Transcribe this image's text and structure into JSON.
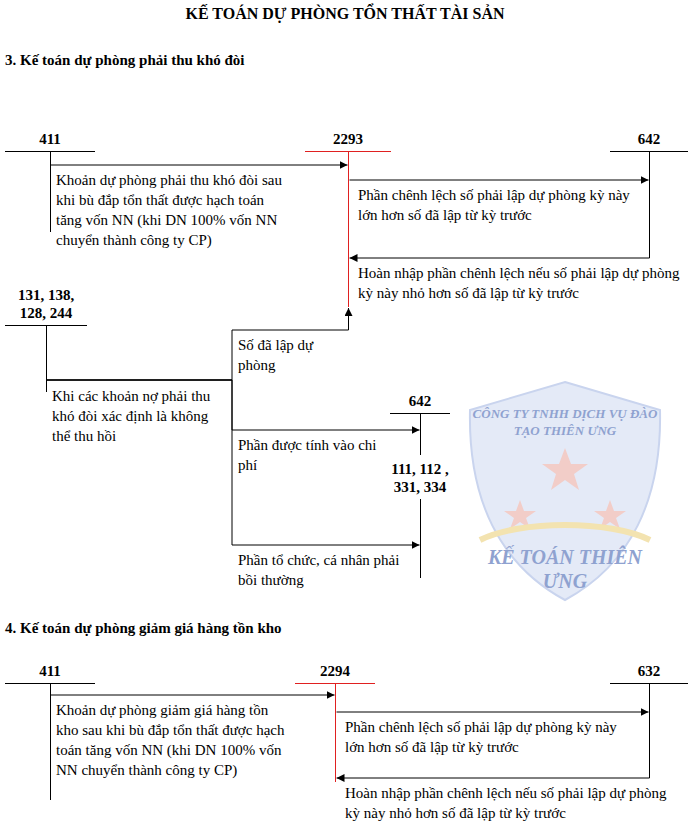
{
  "diagram": {
    "title": "KẾ TOÁN DỰ PHÒNG TỔN THẤT TÀI SẢN",
    "nodes": [
      {
        "text": [
          "411"
        ]
      },
      {
        "text": [
          "2293"
        ]
      },
      {
        "text": [
          "642"
        ]
      },
      {
        "text": [
          "131, 138, 128, 244"
        ]
      },
      {
        "text": [
          "642"
        ]
      },
      {
        "text": [
          "111, 112 , 331, 334"
        ]
      },
      {
        "text": [
          "411"
        ]
      },
      {
        "text": [
          "2294"
        ]
      },
      {
        "text": [
          "632"
        ]
      }
    ],
    "edges": [
      {
        "from": 0,
        "to": 1,
        "arrow": "to",
        "label": "Khoản dự phòng phải thu khó đòi sau khi bù đắp tổn thất được hạch toán tăng vốn NN (khi DN 100% vốn NN chuyển thành công ty CP)"
      },
      {
        "from": 1,
        "to": 2,
        "arrow": "to",
        "label": "Phần chênh lệch số phải lập dự phòng kỳ này lớn hơn số đã lập từ kỳ trước"
      },
      {
        "from": 2,
        "to": 1,
        "arrow": "to",
        "label": "Hoàn nhập phần chênh lệch nếu số phải lập dự phòng kỳ này nhỏ hơn số đã lập từ kỳ trước"
      },
      {
        "from": 3,
        "to": 1,
        "arrow": "to",
        "label": "Số đã lập dự phòng"
      },
      {
        "from": 3,
        "to": 4,
        "arrow": "to",
        "label": "Phần được tính vào chi phí"
      },
      {
        "from": 3,
        "to": 5,
        "arrow": "to",
        "label": "Phần tổ chức, cá nhân phải bồi thường"
      },
      {
        "from": 6,
        "to": 7,
        "arrow": "to",
        "label": "Khoản dự phòng giảm giá hàng tồn kho sau khi bù đắp tổn thất được hạch toán tăng vốn NN (khi DN 100% vốn NN chuyển thành công ty CP)"
      },
      {
        "from": 7,
        "to": 8,
        "arrow": "to",
        "label": "Phần chênh lệch số phải lập dự phòng kỳ này lớn hơn số đã lập từ kỳ trước"
      },
      {
        "from": 8,
        "to": 7,
        "arrow": "to",
        "label": "Hoàn nhập phần chênh lệch nếu số phải lập dự phòng kỳ này nhỏ hơn số đã lập từ kỳ trước"
      }
    ],
    "labels": [
      "3. Kế toán dự phòng phải thu khó đòi",
      "Khi các khoản nợ phải thu khó đòi xác định là không thể thu hồi",
      "CÔNG TY TNHH DỊCH VỤ ĐÀO TẠO THIÊN ƯNG",
      "KẾ TOÁN THIÊN ƯNG",
      "4. Kế toán dự phòng giảm giá hàng tồn kho"
    ]
  }
}
